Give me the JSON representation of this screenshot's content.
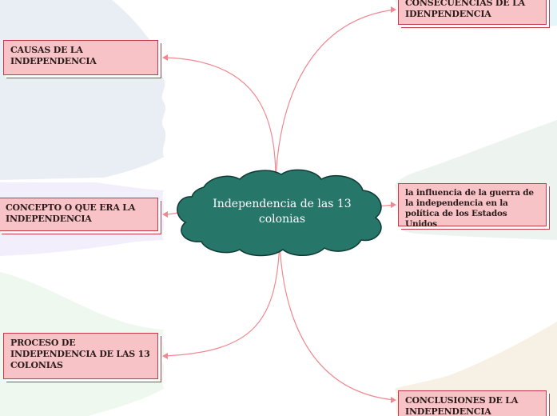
{
  "central_topic": "Independencia de las 13 colonias",
  "branches": [
    {
      "id": "causas",
      "label": "CAUSAS DE LA INDEPENDENCIA"
    },
    {
      "id": "concepto",
      "label": "CONCEPTO O QUE ERA LA INDEPENDENCIA"
    },
    {
      "id": "proceso",
      "label": "PROCESO DE INDEPENDENCIA DE LAS 13 COLONIAS"
    },
    {
      "id": "consecuencias",
      "label": "CONSECUENCIAS DE LA IDENPENDENCIA"
    },
    {
      "id": "influencia",
      "label": "la influencia de la guerra de la independencia en la política de los Estados Unidos"
    },
    {
      "id": "conclusiones",
      "label": "CONCLUSIONES DE LA INDEPENDENCIA"
    }
  ],
  "colors": {
    "central_fill": "#26766a",
    "central_stroke": "#0f3a34",
    "node_fill": "#f7c3c6",
    "node_border": "#c43a4a",
    "connector": "#f08890"
  }
}
